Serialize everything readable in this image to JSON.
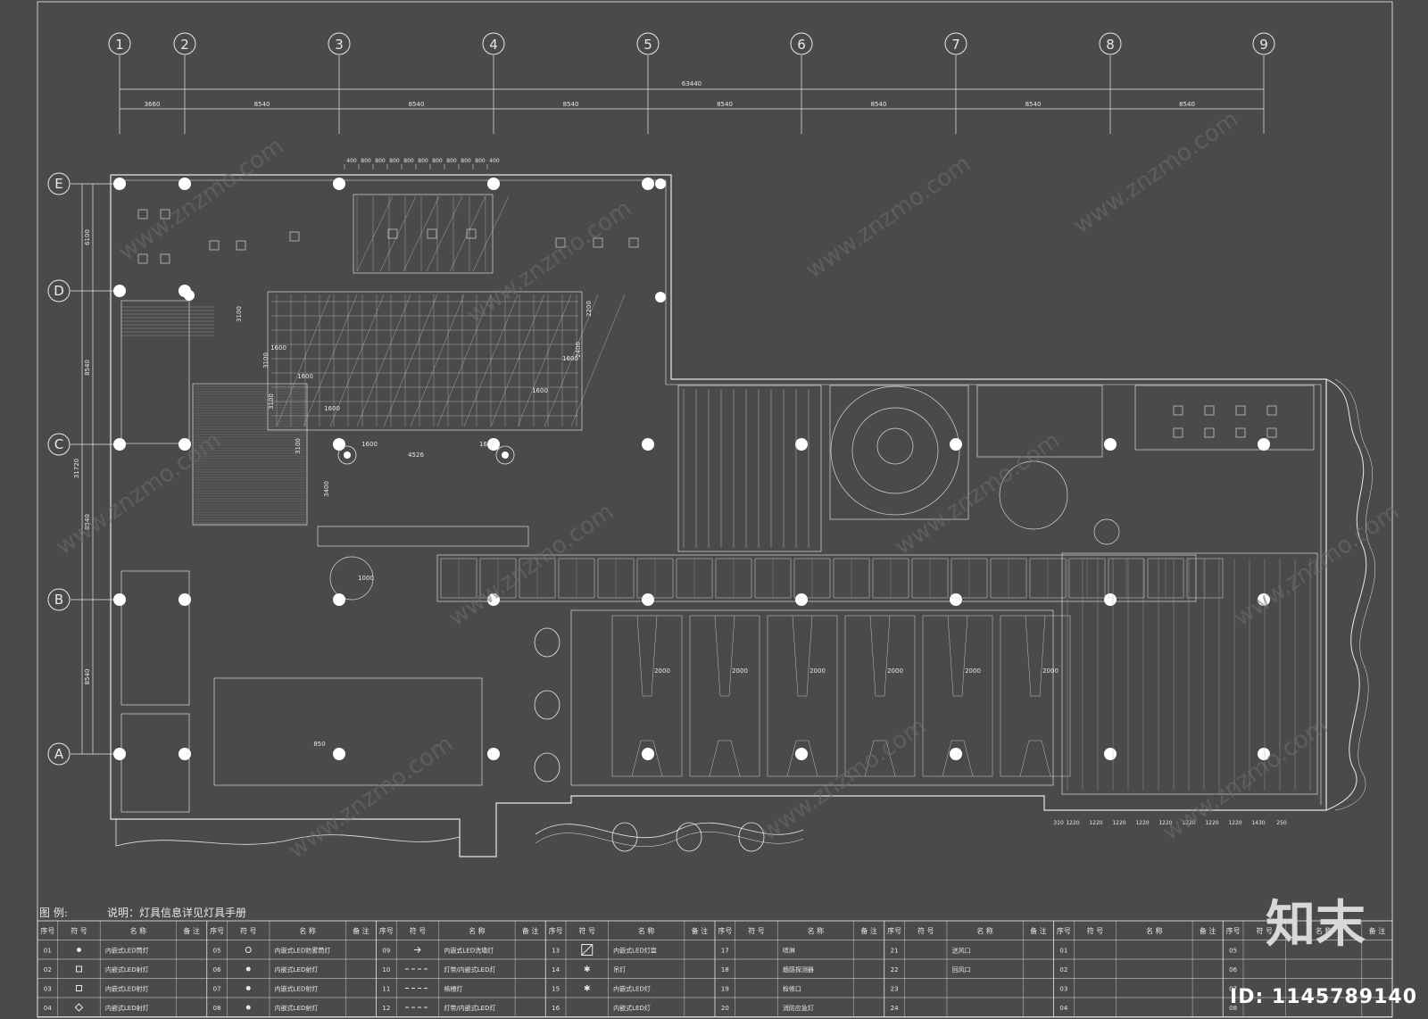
{
  "grid": {
    "columns": [
      "1",
      "2",
      "3",
      "4",
      "5",
      "6",
      "7",
      "8",
      "9"
    ],
    "rows": [
      "E",
      "D",
      "C",
      "B",
      "A"
    ],
    "overall_width": "63440",
    "column_spacings": [
      "3660",
      "8540",
      "8540",
      "8540",
      "8540",
      "8540",
      "8540",
      "8540"
    ],
    "overall_height": "31720",
    "row_spacings": [
      "6100",
      "8540",
      "8540",
      "8540"
    ]
  },
  "top_dims": [
    "400",
    "800",
    "800",
    "800",
    "800",
    "800",
    "800",
    "800",
    "800",
    "800",
    "400"
  ],
  "room_dims": [
    "1600",
    "1600",
    "1600",
    "1600",
    "1600",
    "1600",
    "1600",
    "4526",
    "3100",
    "3100",
    "3100",
    "3100",
    "3400",
    "2200",
    "2400",
    "850",
    "1000"
  ],
  "bay_dims": [
    "2000",
    "2000",
    "2000",
    "2000",
    "2000",
    "2000"
  ],
  "right_dims": [
    "310",
    "1220",
    "1220",
    "1220",
    "1220",
    "1220",
    "1220",
    "1220",
    "1220",
    "1430",
    "250"
  ],
  "legend": {
    "title": "图 例:",
    "note": "说明：灯具信息详见灯具手册",
    "headers": [
      "序号",
      "符 号",
      "名 称",
      "备 注"
    ],
    "groups": [
      {
        "rows": [
          {
            "no": "01",
            "sym": "dot",
            "name": "内嵌式LED筒灯",
            "remark": ""
          },
          {
            "no": "02",
            "sym": "sq",
            "name": "内嵌式LED射灯",
            "remark": ""
          },
          {
            "no": "03",
            "sym": "sq",
            "name": "内嵌式LED射灯",
            "remark": ""
          },
          {
            "no": "04",
            "sym": "diamond",
            "name": "内嵌式LED射灯",
            "remark": ""
          }
        ]
      },
      {
        "rows": [
          {
            "no": "05",
            "sym": "circle",
            "name": "内嵌式LED防雾筒灯",
            "remark": ""
          },
          {
            "no": "06",
            "sym": "dot",
            "name": "内嵌式LED射灯",
            "remark": ""
          },
          {
            "no": "07",
            "sym": "dot",
            "name": "内嵌式LED射灯",
            "remark": ""
          },
          {
            "no": "08",
            "sym": "dot",
            "name": "内嵌式LED射灯",
            "remark": ""
          }
        ]
      },
      {
        "rows": [
          {
            "no": "09",
            "sym": "arrow",
            "name": "内嵌式LED洗墙灯",
            "remark": ""
          },
          {
            "no": "10",
            "sym": "dash",
            "name": "灯带/内嵌式LED灯",
            "remark": ""
          },
          {
            "no": "11",
            "sym": "dash",
            "name": "格栅灯",
            "remark": ""
          },
          {
            "no": "12",
            "sym": "dash",
            "name": "灯带/内嵌式LED灯",
            "remark": ""
          }
        ]
      },
      {
        "rows": [
          {
            "no": "13",
            "sym": "box",
            "name": "内嵌式LED灯盘",
            "remark": ""
          },
          {
            "no": "14",
            "sym": "star",
            "name": "吊灯",
            "remark": ""
          },
          {
            "no": "15",
            "sym": "star",
            "name": "内嵌式LED灯",
            "remark": ""
          },
          {
            "no": "16",
            "sym": "",
            "name": "内嵌式LED灯",
            "remark": ""
          }
        ]
      },
      {
        "rows": [
          {
            "no": "17",
            "sym": "",
            "name": "喷淋",
            "remark": ""
          },
          {
            "no": "18",
            "sym": "",
            "name": "烟感探测器",
            "remark": ""
          },
          {
            "no": "19",
            "sym": "",
            "name": "检修口",
            "remark": ""
          },
          {
            "no": "20",
            "sym": "",
            "name": "消防应急灯",
            "remark": ""
          }
        ]
      },
      {
        "rows": [
          {
            "no": "21",
            "sym": "",
            "name": "送风口",
            "remark": ""
          },
          {
            "no": "22",
            "sym": "",
            "name": "回风口",
            "remark": ""
          },
          {
            "no": "23",
            "sym": "",
            "name": "",
            "remark": ""
          },
          {
            "no": "24",
            "sym": "",
            "name": "",
            "remark": ""
          }
        ]
      },
      {
        "rows": [
          {
            "no": "01",
            "sym": "",
            "name": "",
            "remark": ""
          },
          {
            "no": "02",
            "sym": "",
            "name": "",
            "remark": ""
          },
          {
            "no": "03",
            "sym": "",
            "name": "",
            "remark": ""
          },
          {
            "no": "04",
            "sym": "",
            "name": "",
            "remark": ""
          }
        ]
      },
      {
        "rows": [
          {
            "no": "05",
            "sym": "",
            "name": "",
            "remark": ""
          },
          {
            "no": "06",
            "sym": "",
            "name": "",
            "remark": ""
          },
          {
            "no": "07",
            "sym": "",
            "name": "",
            "remark": ""
          },
          {
            "no": "08",
            "sym": "",
            "name": "",
            "remark": ""
          }
        ]
      }
    ]
  },
  "watermark": "www.znzmo.com",
  "brand": "知末",
  "image_id": "ID: 1145789140",
  "colors": {
    "background": "#4a4a4a",
    "lines": "#e8e8e8",
    "column_dots": "#ffffff"
  }
}
